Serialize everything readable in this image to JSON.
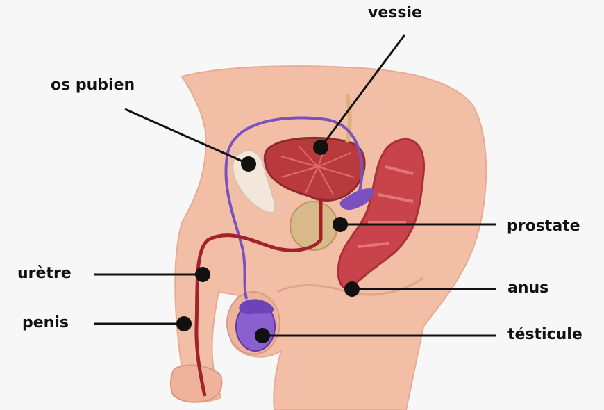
{
  "labels": {
    "vessie": "vessie",
    "os_pubien": "os pubien",
    "prostate": "prostate",
    "uretre": "urètre",
    "anus": "anus",
    "penis": "penis",
    "testicule": "tésticule"
  },
  "colors": {
    "background": "#f7f7f7",
    "skin": "#f2bfa6",
    "skin_dark": "#e3a38a",
    "bladder": "#b83a3c",
    "urethra": "#a3212b",
    "vas_deferens": "#7a52c0",
    "testicle": "#8a5fd0",
    "prostate": "#d8b98a",
    "rectum": "#c9444a",
    "pubic_bone": "#f3e6da",
    "leader_line": "#111111"
  }
}
